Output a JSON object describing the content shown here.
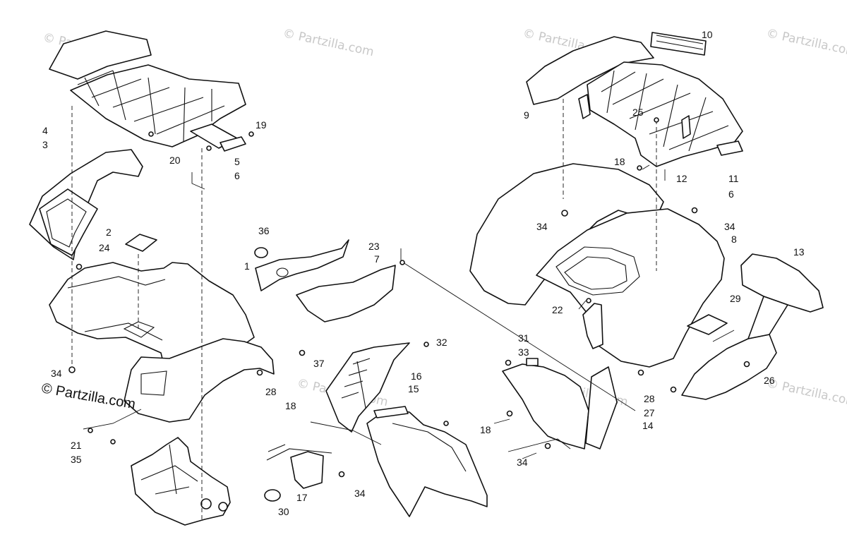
{
  "watermark": {
    "text": "© Partzilla.com",
    "logo_text": "© Partzilla.com"
  },
  "callouts": {
    "n1": "1",
    "n2": "2",
    "n3": "3",
    "n4": "4",
    "n5": "5",
    "n6a": "6",
    "n6b": "6",
    "n7": "7",
    "n8": "8",
    "n9": "9",
    "n10": "10",
    "n11": "11",
    "n12": "12",
    "n13": "13",
    "n14": "14",
    "n15": "15",
    "n16": "16",
    "n17": "17",
    "n18a": "18",
    "n18b": "18",
    "n18c": "18",
    "n19": "19",
    "n20": "20",
    "n21": "21",
    "n22": "22",
    "n23": "23",
    "n24": "24",
    "n25": "25",
    "n26": "26",
    "n27": "27",
    "n28a": "28",
    "n28b": "28",
    "n29": "29",
    "n30": "30",
    "n31": "31",
    "n32": "32",
    "n33": "33",
    "n34a": "34",
    "n34b": "34",
    "n34c": "34",
    "n34d": "34",
    "n34e": "34",
    "n35": "35",
    "n36": "36",
    "n37": "37"
  }
}
